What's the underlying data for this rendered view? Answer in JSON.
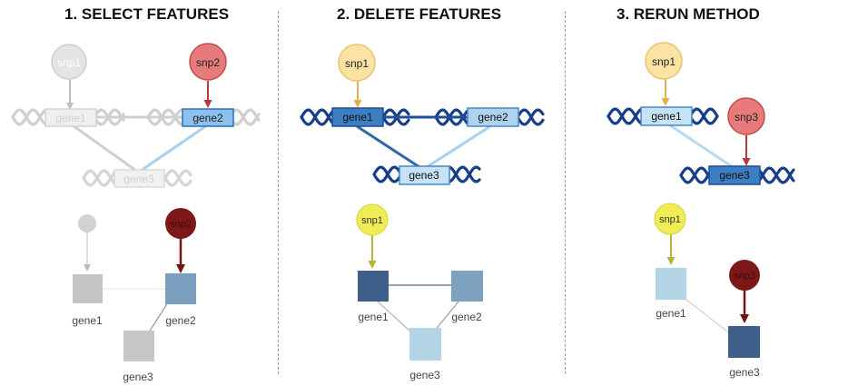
{
  "panels": [
    {
      "title": "1. SELECT FEATURES"
    },
    {
      "title": "2. DELETE FEATURES"
    },
    {
      "title": "3. RERUN METHOD"
    }
  ],
  "labels": {
    "snp1": "snp1",
    "snp2": "snp2",
    "snp3": "snp3",
    "gene1": "gene1",
    "gene2": "gene2",
    "gene3": "gene3"
  },
  "colors": {
    "dna_strand": "#173e8c",
    "gene_box_fill": "#3d7ec3",
    "gene_box_light": "#aed3ee",
    "snp1_fill": "#fbe3a4",
    "snp2_fill": "#e77b7b",
    "snp_yellow": "#efec55",
    "snp_dark": "#7c1818",
    "square_dark": "#3d5f8a",
    "square_mid": "#7ea2c0",
    "square_light": "#b3d5e6",
    "faded_gray": "#c8c8c8"
  }
}
